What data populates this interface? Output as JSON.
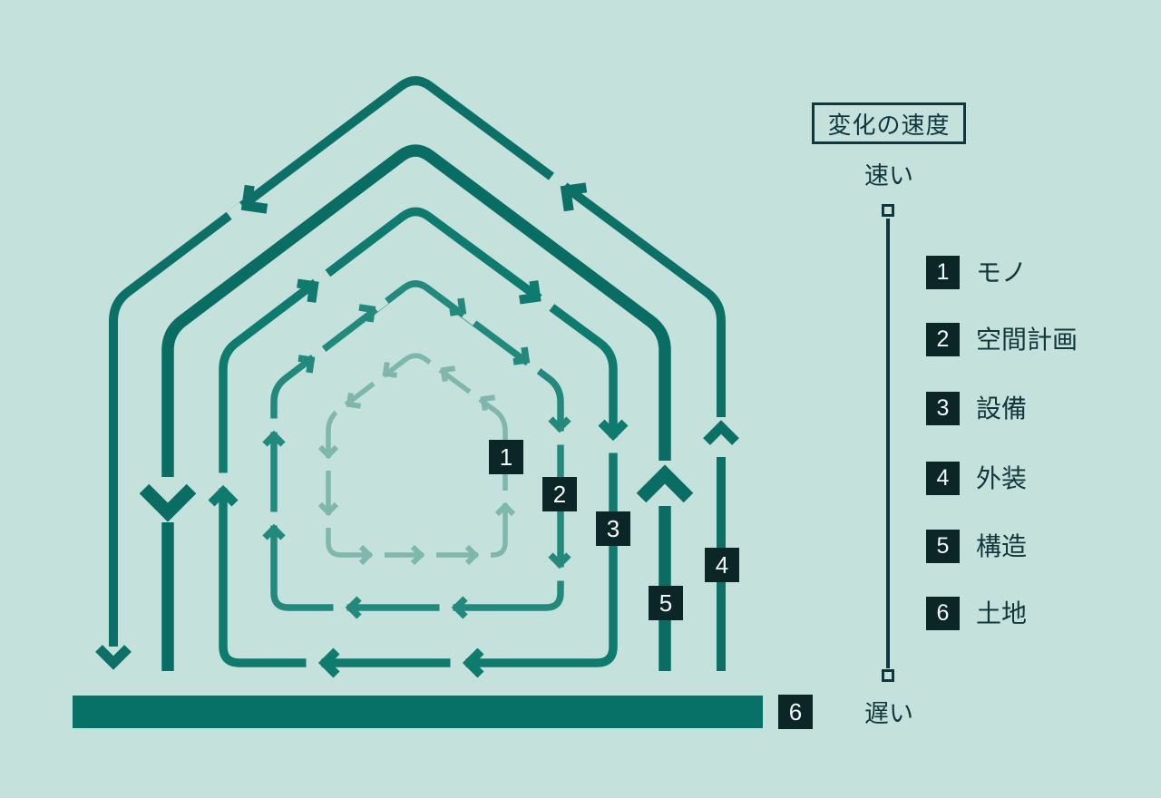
{
  "legend": {
    "title": "変化の速度",
    "fast_label": "速い",
    "slow_label": "遅い"
  },
  "layers": [
    {
      "num": "1",
      "label": "モノ"
    },
    {
      "num": "2",
      "label": "空間計画"
    },
    {
      "num": "3",
      "label": "設備"
    },
    {
      "num": "4",
      "label": "外装"
    },
    {
      "num": "5",
      "label": "構造"
    },
    {
      "num": "6",
      "label": "土地"
    }
  ],
  "colors": {
    "background": "#c4e1dc",
    "ink": "#10373c",
    "badge_bg": "#0c2628",
    "badge_text": "#f2f8f7",
    "layer1": "#7fb7ac",
    "layer2": "#23897d",
    "layer3": "#0f7b6f",
    "layer4": "#0c7067",
    "layer5": "#0a6d64",
    "layer6": "#077167"
  }
}
